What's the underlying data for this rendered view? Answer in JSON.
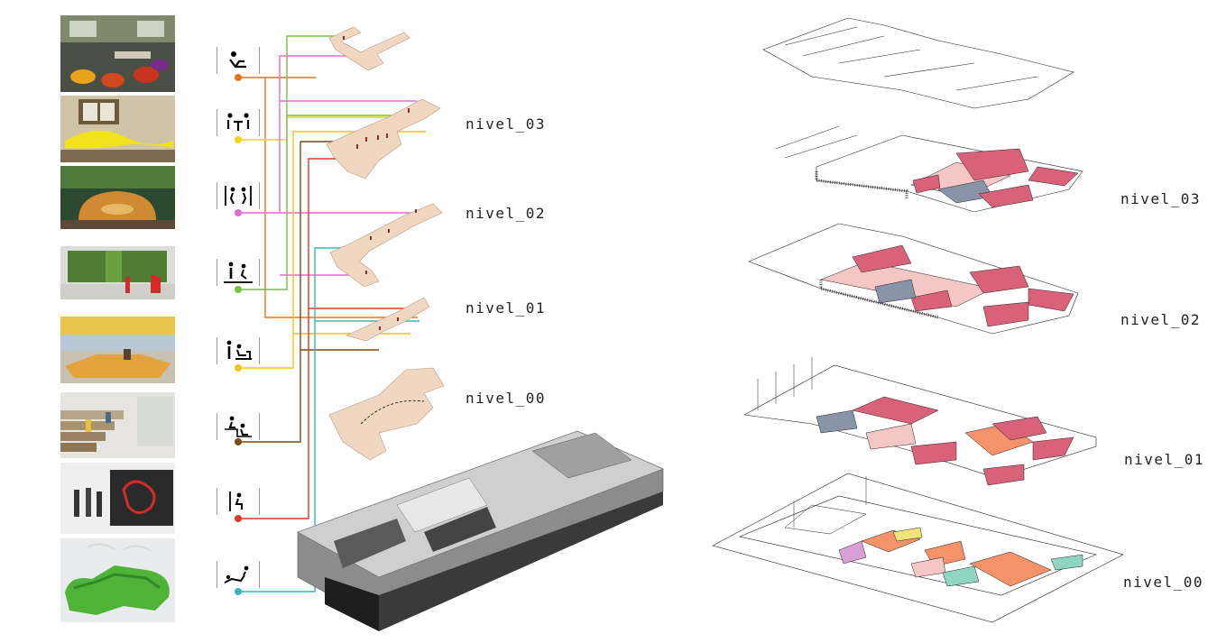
{
  "activities": [
    {
      "icon_name": "lounging-person-icon",
      "color": "#e8731a"
    },
    {
      "icon_name": "group-table-icon",
      "color": "#f5d31a"
    },
    {
      "icon_name": "conversation-pair-icon",
      "color": "#e66bd1"
    },
    {
      "icon_name": "standing-and-seated-desk-icon",
      "color": "#76c043"
    },
    {
      "icon_name": "standing-seated-work-icon",
      "color": "#f0c514"
    },
    {
      "icon_name": "stair-seating-icon",
      "color": "#7a4a17"
    },
    {
      "icon_name": "single-seated-person-icon",
      "color": "#e1382b"
    },
    {
      "icon_name": "reclining-person-icon",
      "color": "#38b6c0"
    }
  ],
  "photos": [
    {
      "name": "photo-beanbag-lounge"
    },
    {
      "name": "photo-yellow-table-classroom"
    },
    {
      "name": "photo-round-booth-seating"
    },
    {
      "name": "photo-green-wall-lobby"
    },
    {
      "name": "photo-wooden-platform-seating"
    },
    {
      "name": "photo-stair-seating"
    },
    {
      "name": "photo-curved-wall-niche"
    },
    {
      "name": "photo-green-modular-sofa"
    }
  ],
  "center_levels": [
    "nivel_03",
    "nivel_02",
    "nivel_01",
    "nivel_00"
  ],
  "right_levels": [
    "nivel_03",
    "nivel_02",
    "nivel_01",
    "nivel_00"
  ],
  "colors": {
    "room_pink": "#d9617a",
    "corridor_pink": "#f4c6c6",
    "gray_blue": "#8a94a8",
    "orange": "#f4926a",
    "floor_wood": "#efd7c2"
  }
}
